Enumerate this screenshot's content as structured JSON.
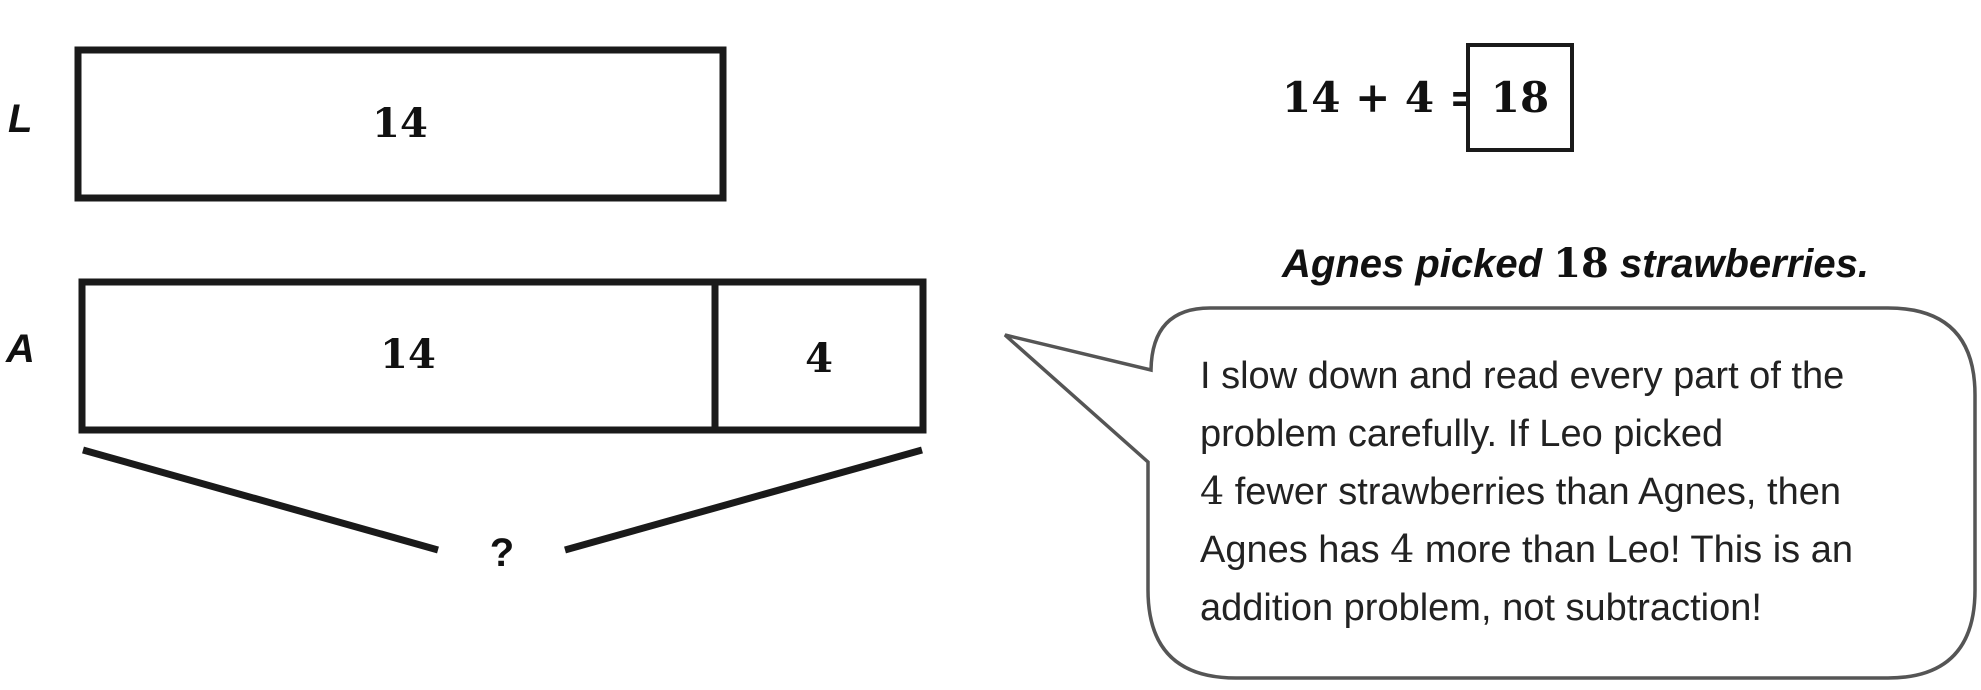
{
  "diagram": {
    "leo_label": "L",
    "agnes_label": "A",
    "leo_bar_value": "14",
    "agnes_bar_value_a": "14",
    "agnes_bar_value_b": "4",
    "unknown_label": "?"
  },
  "equation": {
    "expression": "14 + 4 =",
    "answer": "18"
  },
  "answer_statement": {
    "prefix": "Agnes picked ",
    "number": "18",
    "suffix": " strawberries."
  },
  "speech_bubble": {
    "line1": "I slow down and read every part of the",
    "line2": "problem carefully.  If Leo picked",
    "line3_num": "4",
    "line3_text": " fewer strawberries than Agnes, then",
    "line4_pre": "Agnes has ",
    "line4_num": "4",
    "line4_post": " more than Leo!  This is an",
    "line5": "addition problem, not subtraction!"
  }
}
